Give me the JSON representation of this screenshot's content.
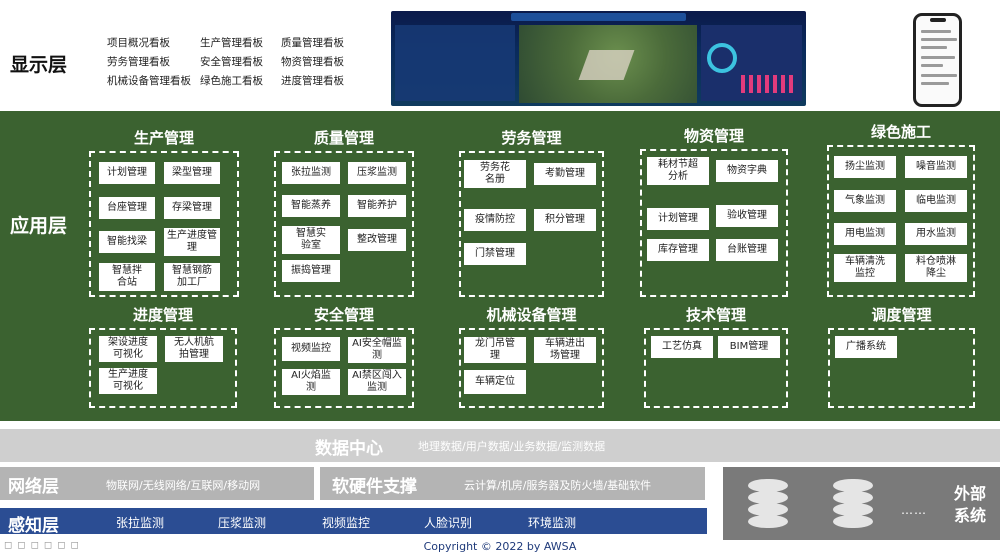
{
  "display_layer": {
    "title": "显示层",
    "boards": [
      "项目概况看板",
      "生产管理看板",
      "质量管理看板",
      "劳务管理看板",
      "安全管理看板",
      "物资管理看板",
      "机械设备管理看板",
      "绿色施工看板",
      "进度管理看板"
    ]
  },
  "application_layer": {
    "title": "应用层",
    "groups": {
      "production": {
        "title": "生产管理",
        "items": [
          "计划管理",
          "梁型管理",
          "台座管理",
          "存梁管理",
          "智能找梁",
          "生产进度管理",
          "智慧拌合站",
          "智慧钢筋加工厂"
        ]
      },
      "quality": {
        "title": "质量管理",
        "items": [
          "张拉监测",
          "压浆监测",
          "智能蒸养",
          "智能养护",
          "智慧实验室",
          "整改管理",
          "振捣管理"
        ]
      },
      "labor": {
        "title": "劳务管理",
        "items": [
          "劳务花名册",
          "考勤管理",
          "疫情防控",
          "积分管理",
          "门禁管理"
        ]
      },
      "materials": {
        "title": "物资管理",
        "items": [
          "耗材节超分析",
          "物资字典",
          "计划管理",
          "验收管理",
          "库存管理",
          "台账管理"
        ]
      },
      "green": {
        "title": "绿色施工",
        "items": [
          "扬尘监测",
          "噪音监测",
          "气象监测",
          "临电监测",
          "用电监测",
          "用水监测",
          "车辆清洗监控",
          "料仓喷淋降尘"
        ]
      },
      "progress": {
        "title": "进度管理",
        "items": [
          "架设进度可视化",
          "无人机航拍管理",
          "生产进度可视化"
        ]
      },
      "safety": {
        "title": "安全管理",
        "items": [
          "视频监控",
          "AI安全帽监测",
          "AI火焰监测",
          "AI禁区闯入监测"
        ]
      },
      "machinery": {
        "title": "机械设备管理",
        "items": [
          "龙门吊管理",
          "车辆进出场管理",
          "车辆定位"
        ]
      },
      "tech": {
        "title": "技术管理",
        "items": [
          "工艺仿真",
          "BIM管理"
        ]
      },
      "dispatch": {
        "title": "调度管理",
        "items": [
          "广播系统"
        ]
      }
    }
  },
  "data_center": {
    "title": "数据中心",
    "desc": "地理数据/用户数据/业务数据/监测数据"
  },
  "network_layer": {
    "title": "网络层",
    "desc": "物联网/无线网络/互联网/移动网"
  },
  "hardware_support": {
    "title": "软硬件支撑",
    "desc": "云计算/机房/服务器及防火墙/基础软件"
  },
  "external_systems": {
    "title": "外部系统",
    "dots": "……",
    "icon": "database-icon"
  },
  "perception_layer": {
    "title": "感知层",
    "items": [
      "张拉监测",
      "压浆监测",
      "视频监控",
      "人脸识别",
      "环境监测"
    ]
  },
  "footer": {
    "copyright": "Copyright © 2022 by AWSA"
  },
  "colors": {
    "app_bg": "#3b6230",
    "perception_bg": "#2b4d93",
    "data_bg": "#cfcfcf",
    "network_bg": "#b4b4b4",
    "external_bg": "#7a7a7a"
  }
}
